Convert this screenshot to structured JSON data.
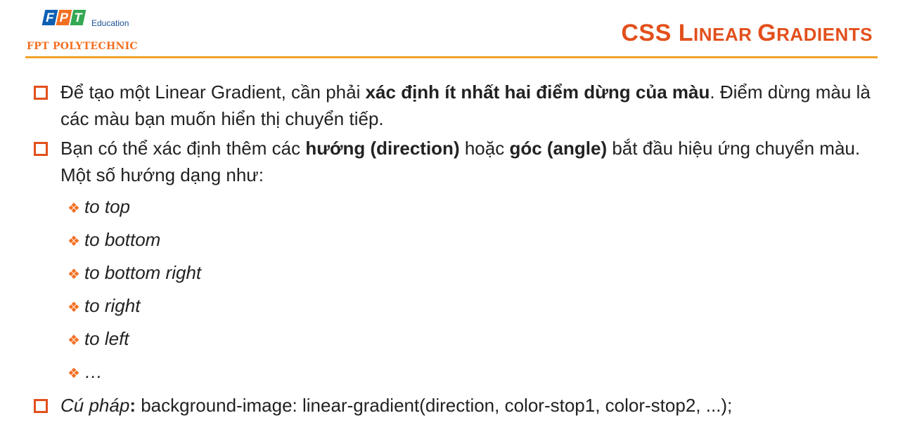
{
  "header": {
    "logo_fpt": "FPT",
    "logo_education": "Education",
    "logo_polytechnic": "FPT POLYTECHNIC",
    "title": "CSS Linear Gradients"
  },
  "bullets": [
    {
      "pre": "Để tạo một Linear Gradient, cần phải ",
      "bold": "xác định ít nhất hai điểm dừng của màu",
      "post": ". Điểm dừng màu là các màu bạn muốn hiển thị chuyển tiếp."
    },
    {
      "pre": "Bạn có thể xác định thêm các ",
      "bold1": "hướng (direction)",
      "mid": " hoặc ",
      "bold2": "góc (angle)",
      "post": " bắt đầu hiệu ứng chuyển màu. Một số hướng dạng như:"
    }
  ],
  "directions": [
    "to top",
    "to bottom",
    "to bottom right",
    "to right",
    "to left",
    "…"
  ],
  "syntax": {
    "label": "Cú pháp",
    "colon": ":",
    "code": " background-image: linear-gradient(direction, color-stop1, color-stop2, ...);"
  },
  "colors": {
    "accent": "#e2501c",
    "rule": "#f0a22c",
    "brand_blue": "#0d5fb3"
  }
}
